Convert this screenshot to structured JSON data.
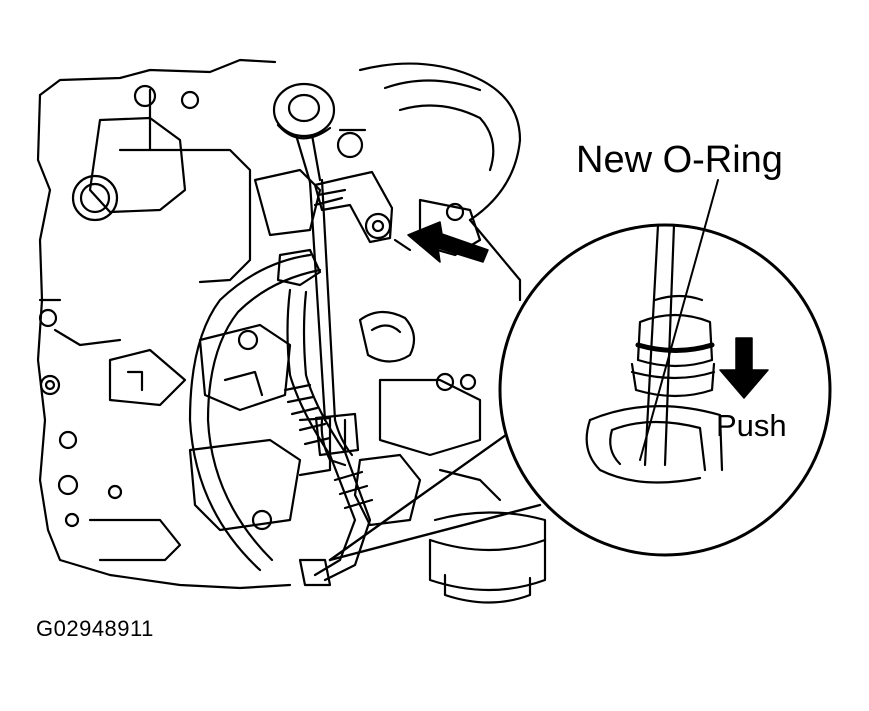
{
  "figure": {
    "callout_label": "New  O-Ring",
    "push_label": "Push",
    "figure_code": "G02948911",
    "line_color": "#000000",
    "background_color": "#ffffff"
  }
}
